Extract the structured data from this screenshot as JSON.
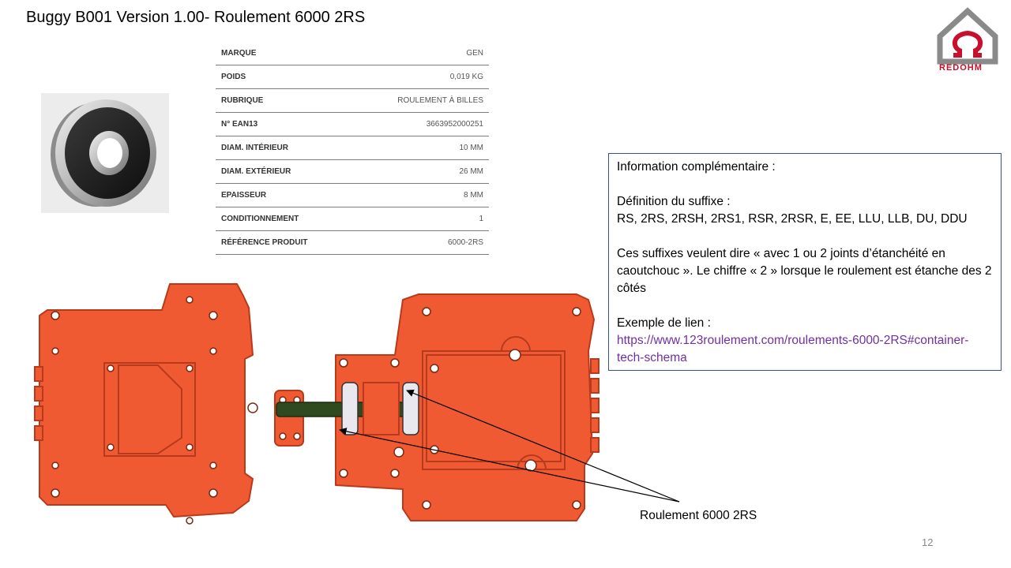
{
  "slide": {
    "title": "Buggy B001 Version 1.00- Roulement 6000 2RS",
    "page_number": "12"
  },
  "logo": {
    "text": "REDOHM",
    "color": "#c8102e"
  },
  "specs": [
    {
      "label": "MARQUE",
      "value": "GEN"
    },
    {
      "label": "POIDS",
      "value": "0,019 KG"
    },
    {
      "label": "RUBRIQUE",
      "value": "ROULEMENT À BILLES"
    },
    {
      "label": "N° EAN13",
      "value": "3663952000251"
    },
    {
      "label": "DIAM. INTÉRIEUR",
      "value": "10 MM"
    },
    {
      "label": "DIAM. EXTÉRIEUR",
      "value": "26 MM"
    },
    {
      "label": "EPAISSEUR",
      "value": "8 MM"
    },
    {
      "label": "CONDITIONNEMENT",
      "value": "1"
    },
    {
      "label": "RÉFÉRENCE PRODUIT",
      "value": "6000-2RS"
    }
  ],
  "info": {
    "heading": "Information complémentaire  :",
    "suffix_title": "Définition du suffixe :",
    "suffix_list": "RS, 2RS, 2RSH, 2RS1, RSR, 2RSR, E, EE, LLU, LLB, DU, DDU",
    "suffix_desc": "Ces suffixes veulent dire « avec 1 ou 2 joints d’étanchéité en caoutchouc ». Le chiffre « 2 » lorsque le roulement est étanche des 2 côtés",
    "link_title": "Exemple de lien :",
    "link_url": "https://www.123roulement.com/roulements-6000-2RS#container-tech-schema"
  },
  "callout": {
    "label": "Roulement 6000 2RS"
  },
  "colors": {
    "chassis": "#f05a32",
    "chassis_edge": "#b83a1c",
    "shaft": "#2e4a1e",
    "box_border": "#2f5597",
    "link": "#7030a0"
  }
}
